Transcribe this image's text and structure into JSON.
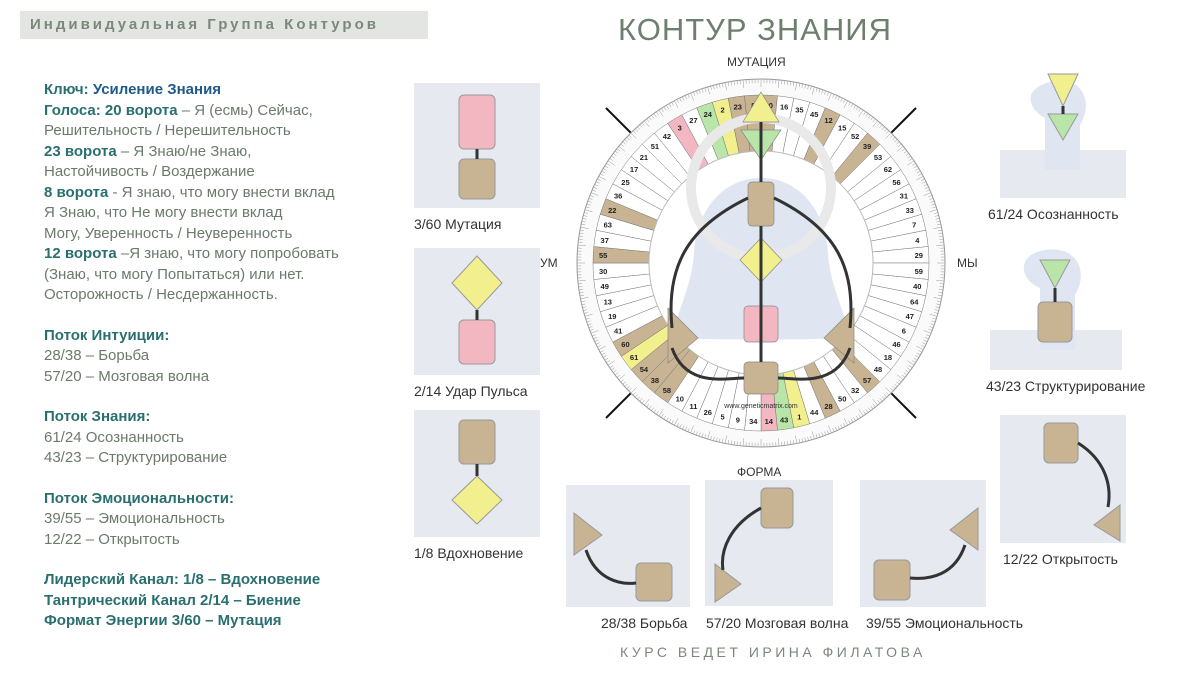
{
  "header": {
    "group_title": "Индивидуальная Группа Контуров",
    "main_title": "КОНТУР ЗНАНИЯ"
  },
  "key": {
    "label": "Ключ:",
    "value": "Усиление Знания",
    "voices_label": "Голоса: 20 ворота",
    "voices_text": " – Я (есмь) Сейчас,",
    "voices_text2": "Решительность / Нерешительность",
    "g23_label": "23 ворота",
    "g23_text": " – Я Знаю/не Знаю,",
    "g23_text2": "Настойчивость / Воздержание",
    "g8_label": "8 ворота",
    "g8_text": " - Я знаю, что могу внести вклад",
    "g8_text2": "Я Знаю, что Не могу внести вклад",
    "g8_text3": "Могу,  Уверенность / Неуверенность",
    "g12_label": "12 ворота",
    "g12_text": " –Я знаю, что могу попробовать",
    "g12_text2": "(Знаю, что могу Попытаться) или нет.",
    "g12_text3": "Осторожность / Несдержанность."
  },
  "streams": [
    {
      "title": "Поток Интуиции:",
      "items": [
        "28/38 – Борьба",
        "57/20 – Мозговая волна"
      ]
    },
    {
      "title": "Поток Знания:",
      "items": [
        "61/24 Осознанность",
        "43/23 – Структурирование"
      ]
    },
    {
      "title": "Поток Эмоциональности:",
      "items": [
        "39/55 – Эмоциональность",
        "12/22 – Открытость"
      ]
    }
  ],
  "leaders": [
    "Лидерский Канал: 1/8 – Вдохновение",
    "Тантрический Канал 2/14 – Биение",
    "Формат Энергии 3/60 – Мутация"
  ],
  "mandala": {
    "labels": {
      "top": "МУТАЦИЯ",
      "left": "УМ",
      "right": "МЫ",
      "bottom": "ФОРМА"
    },
    "url": "www.geneticmatrix.com",
    "gates": [
      "41",
      "19",
      "13",
      "49",
      "30",
      "55",
      "37",
      "63",
      "22",
      "36",
      "25",
      "17",
      "21",
      "51",
      "42",
      "3",
      "27",
      "24",
      "2",
      "23",
      "8",
      "20",
      "16",
      "35",
      "45",
      "12",
      "15",
      "52",
      "39",
      "53",
      "62",
      "56",
      "31",
      "33",
      "7",
      "4",
      "29",
      "59",
      "40",
      "64",
      "47",
      "6",
      "46",
      "18",
      "48",
      "57",
      "32",
      "50",
      "28",
      "44",
      "1",
      "43",
      "14",
      "34",
      "9",
      "5",
      "26",
      "11",
      "10",
      "58",
      "38",
      "54",
      "61",
      "60"
    ],
    "colors": {
      "tan": "#c8b393",
      "green": "#b9e6a8",
      "yellow": "#f2ef8e",
      "pink": "#f3b7c2",
      "white": "#ffffff",
      "line": "#333333"
    }
  },
  "thumbnails": {
    "t1": {
      "caption": "3/60 Мутация"
    },
    "t2": {
      "caption": "2/14 Удар Пульса"
    },
    "t3": {
      "caption": "1/8 Вдохновение"
    },
    "t4": {
      "caption": "28/38 Борьба"
    },
    "t5": {
      "caption": "57/20 Мозговая волна"
    },
    "t6": {
      "caption": "39/55 Эмоциональность"
    },
    "t7": {
      "caption": "61/24 Осознанность"
    },
    "t8": {
      "caption": "43/23 Структурирование"
    },
    "t9": {
      "caption": "12/22 Открытость"
    }
  },
  "footer": "КУРС ВЕДЕТ ИРИНА ФИЛАТОВА"
}
